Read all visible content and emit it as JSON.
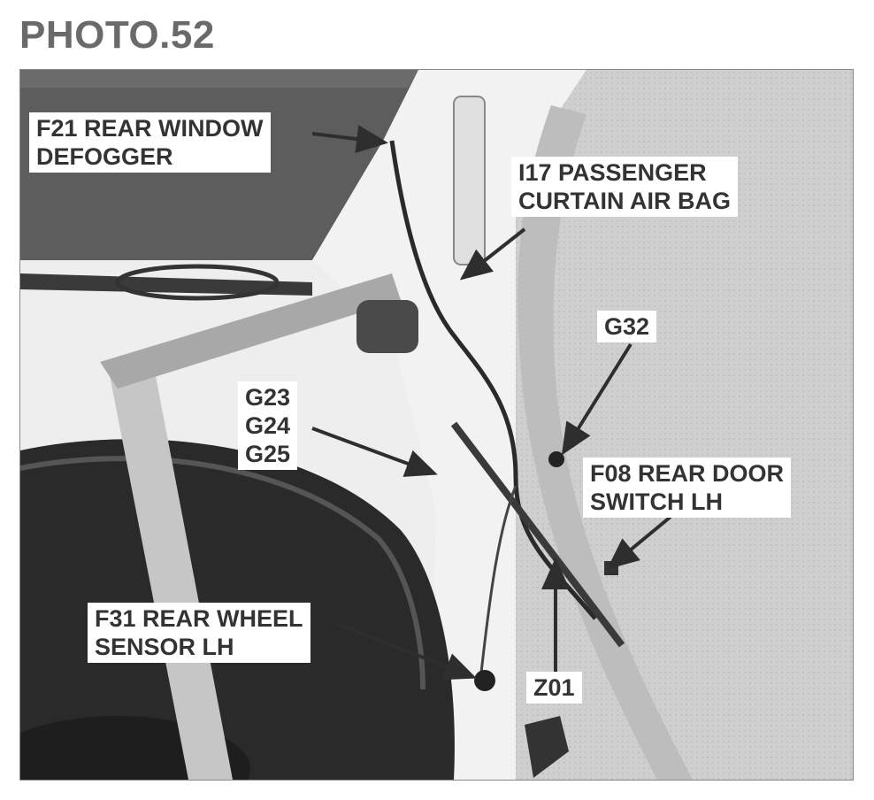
{
  "page": {
    "title": "PHOTO.52"
  },
  "colors": {
    "label_text": "#333333",
    "title_text": "#6a6a6a",
    "arrow": "#3a3a3a"
  },
  "callouts": {
    "rear_window_defogger": {
      "line1": "F21 REAR  WINDOW",
      "line2": "DEFOGGER"
    },
    "curtain_air_bag": {
      "line1": "I17 PASSENGER",
      "line2": "CURTAIN AIR BAG"
    },
    "ground_g32": {
      "line1": "G32"
    },
    "grounds_g23_g25": {
      "line1": "G23",
      "line2": "G24",
      "line3": "G25"
    },
    "rear_door_switch": {
      "line1": "F08 REAR DOOR",
      "line2": "SWITCH LH"
    },
    "rear_wheel_sensor": {
      "line1": "F31 REAR WHEEL",
      "line2": "SENSOR LH"
    },
    "connector_z01": {
      "line1": "Z01"
    }
  }
}
